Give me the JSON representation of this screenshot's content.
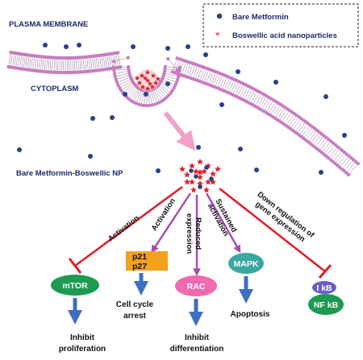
{
  "regions": {
    "plasma_membrane": "PLASMA MEMBRANE",
    "cytoplasm": "CYTOPLASM"
  },
  "legend": {
    "items": [
      {
        "label": "Bare Metformin",
        "symbol": "blue-dot-icon",
        "color": "#2b3f8f"
      },
      {
        "label": "Boswellic acid nanoparticles",
        "symbol": "red-star-icon",
        "color": "#e0202a"
      }
    ]
  },
  "complex_label": "Bare Metformin-Boswellic NP",
  "pathways": {
    "mtor": {
      "edge": "Activation",
      "node": "mTOR",
      "outcome": [
        "Inhibit",
        "proliferation"
      ]
    },
    "p21": {
      "edge": "Activation",
      "node": [
        "p21",
        "p27"
      ],
      "outcome": [
        "Cell cycle",
        "arrest"
      ]
    },
    "rac": {
      "edge": [
        "Reduced",
        "expression"
      ],
      "node": "RAC",
      "outcome": [
        "Inhibit",
        "differentiation"
      ]
    },
    "mapk": {
      "edge": [
        "Sustained",
        "activation"
      ],
      "node": "MAPK",
      "outcome": [
        "Apoptosis"
      ]
    },
    "nfkb": {
      "edge": [
        "Down regulation of",
        "gene expression"
      ],
      "node": [
        "I kB",
        "NF kB"
      ]
    }
  },
  "colors": {
    "text": "#1d2a6b",
    "membrane_head": "#c77dc0",
    "inhibit_arrow": "#e0202a",
    "activate_arrow": "#a64ab3",
    "outcome_arrow": "#3f6fc0",
    "entry_arrow": "#f2a0c8",
    "node_green": "#1e9a52",
    "node_orange": "#f2a11f",
    "node_pink": "#f06ab0",
    "node_teal": "#3aa8a0",
    "ikb_purple": "#6a5cc9"
  }
}
